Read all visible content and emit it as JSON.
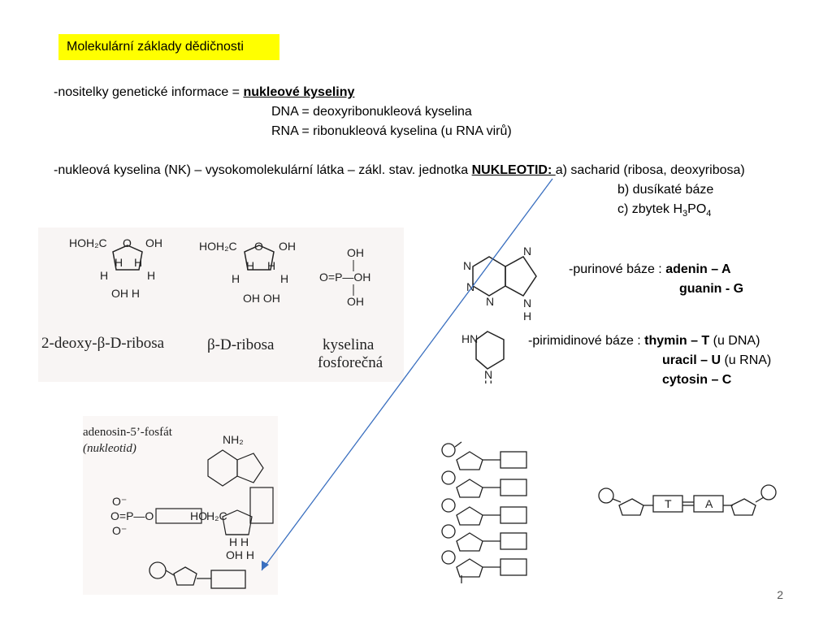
{
  "slide": {
    "title": "Molekulární základy dědičnosti",
    "page_number": "2"
  },
  "line1": {
    "prefix": "-nositelky genetické informace = ",
    "emph": "nukleové kyseliny",
    "dna": "DNA = deoxyribonukleová kyselina",
    "rna": "RNA = ribonukleová kyselina   (u RNA virů)"
  },
  "line2": {
    "prefix": "-nukleová kyselina (NK) – vysokomolekulární látka – zákl. stav. jednotka   ",
    "emph": "NUKLEOTID: ",
    "a": "a) sacharid (ribosa, deoxyribosa)",
    "b": "b) dusíkaté báze",
    "c_pre": "c) zbytek H",
    "c_sub1": "3",
    "c_mid": "PO",
    "c_sub2": "4"
  },
  "purine": {
    "label": "-purinové báze : ",
    "item1": "adenin – A",
    "item2": "guanin - G"
  },
  "pyrimidine": {
    "label": "-pirimidinové báze : ",
    "item1": "thymin – T",
    "item1_note": " (u DNA)",
    "item2": "uracil – U",
    "item2_note": "  (u RNA)",
    "item3": "cytosin – C"
  },
  "figures": {
    "deoxyribose_caption": "2-deoxy-β-D-ribosa",
    "ribose_caption": "β-D-ribosa",
    "phosphoric_caption_1": "kyselina",
    "phosphoric_caption_2": "fosforečná",
    "nucleotide_caption_1": "adenosin-5’-fosfát",
    "nucleotide_caption_2": "(nukleotid)",
    "pair_left": "T",
    "pair_right": "A"
  },
  "colors": {
    "title_highlight": "#ffff00",
    "arrow": "#3a6fbf"
  }
}
